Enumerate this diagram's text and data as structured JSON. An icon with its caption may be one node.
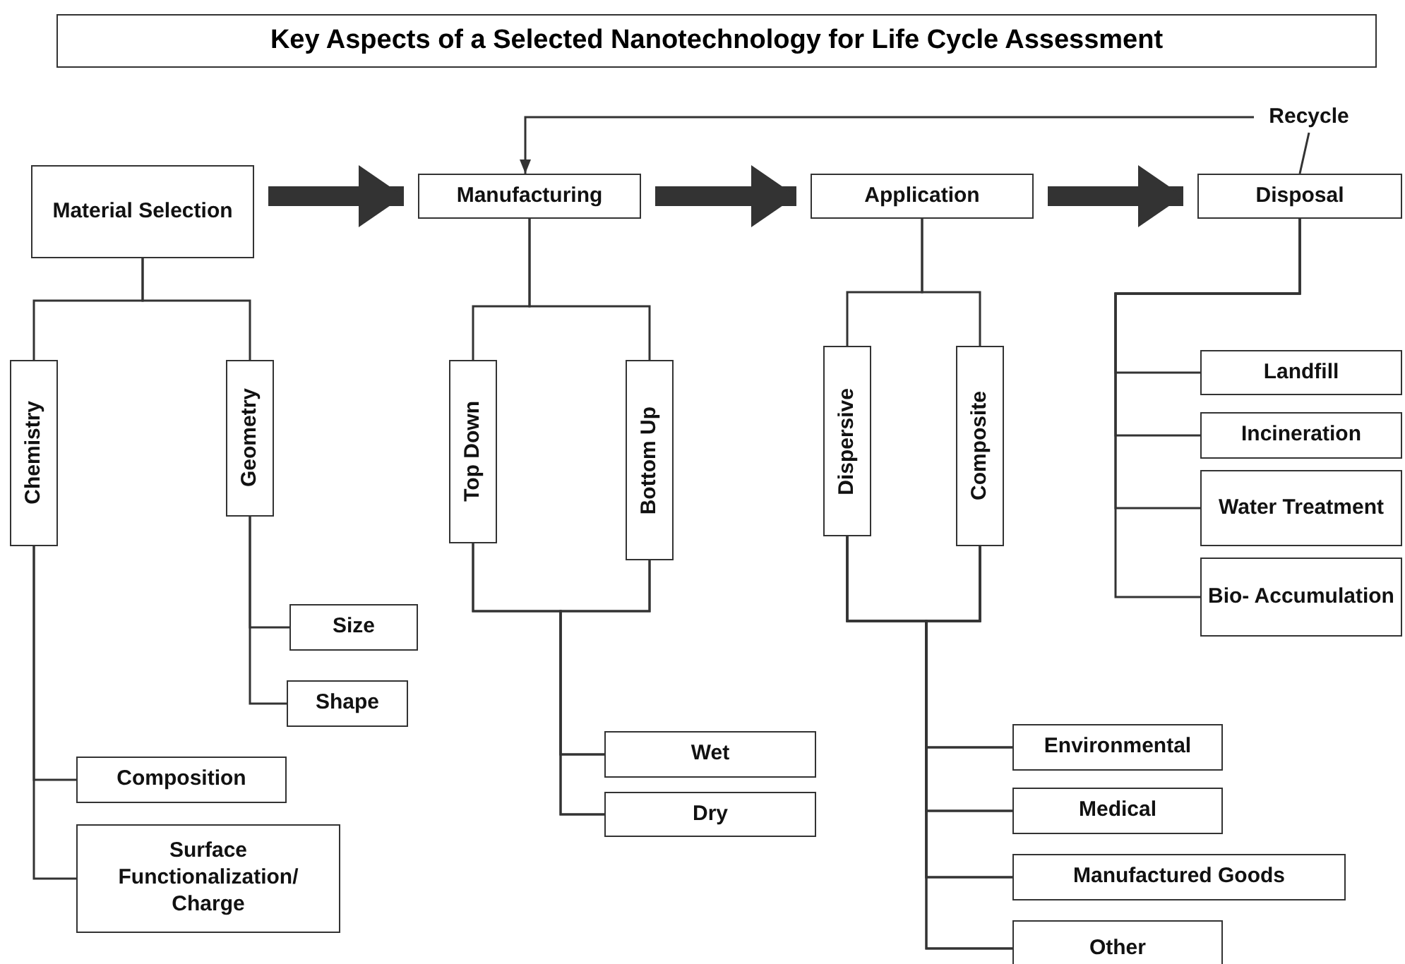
{
  "diagram": {
    "title": "Key Aspects of a Selected Nanotechnology for Life Cycle Assessment",
    "nodes": [
      {
        "text": [
          "Material Selection"
        ]
      },
      {
        "text": [
          "Manufacturing"
        ]
      },
      {
        "text": [
          "Application"
        ]
      },
      {
        "text": [
          "Disposal"
        ]
      },
      {
        "text": [
          "Recycle"
        ]
      },
      {
        "text": [
          "Chemistry"
        ]
      },
      {
        "text": [
          "Geometry"
        ]
      },
      {
        "text": [
          "Size"
        ]
      },
      {
        "text": [
          "Shape"
        ]
      },
      {
        "text": [
          "Composition"
        ]
      },
      {
        "text": [
          "Surface Functionalization/ Charge"
        ]
      },
      {
        "text": [
          "Top Down"
        ]
      },
      {
        "text": [
          "Bottom Up"
        ]
      },
      {
        "text": [
          "Wet"
        ]
      },
      {
        "text": [
          "Dry"
        ]
      },
      {
        "text": [
          "Dispersive"
        ]
      },
      {
        "text": [
          "Composite"
        ]
      },
      {
        "text": [
          "Environmental"
        ]
      },
      {
        "text": [
          "Medical"
        ]
      },
      {
        "text": [
          "Manufactured Goods"
        ]
      },
      {
        "text": [
          "Other"
        ]
      },
      {
        "text": [
          "Landfill"
        ]
      },
      {
        "text": [
          "Incineration"
        ]
      },
      {
        "text": [
          "Water Treatment"
        ]
      },
      {
        "text": [
          "Bio- Accumulation"
        ]
      }
    ],
    "edges": [
      {
        "from": 0,
        "to": 1,
        "arrow": "to",
        "style": "thick"
      },
      {
        "from": 1,
        "to": 2,
        "arrow": "to",
        "style": "thick"
      },
      {
        "from": 2,
        "to": 3,
        "arrow": "to",
        "style": "thick"
      },
      {
        "from": 3,
        "to": 4,
        "arrow": "none"
      },
      {
        "from": 4,
        "to": 1,
        "arrow": "to"
      },
      {
        "from": 0,
        "to": 5,
        "arrow": "none"
      },
      {
        "from": 0,
        "to": 6,
        "arrow": "none"
      },
      {
        "from": 6,
        "to": 7,
        "arrow": "none"
      },
      {
        "from": 6,
        "to": 8,
        "arrow": "none"
      },
      {
        "from": 5,
        "to": 9,
        "arrow": "none"
      },
      {
        "from": 5,
        "to": 10,
        "arrow": "none"
      },
      {
        "from": 1,
        "to": 11,
        "arrow": "none"
      },
      {
        "from": 1,
        "to": 12,
        "arrow": "none"
      },
      {
        "from": 11,
        "to": 13,
        "arrow": "none"
      },
      {
        "from": 11,
        "to": 14,
        "arrow": "none"
      },
      {
        "from": 12,
        "to": 13,
        "arrow": "none"
      },
      {
        "from": 12,
        "to": 14,
        "arrow": "none"
      },
      {
        "from": 2,
        "to": 15,
        "arrow": "none"
      },
      {
        "from": 2,
        "to": 16,
        "arrow": "none"
      },
      {
        "from": 15,
        "to": 17,
        "arrow": "none"
      },
      {
        "from": 15,
        "to": 18,
        "arrow": "none"
      },
      {
        "from": 15,
        "to": 19,
        "arrow": "none"
      },
      {
        "from": 15,
        "to": 20,
        "arrow": "none"
      },
      {
        "from": 16,
        "to": 17,
        "arrow": "none"
      },
      {
        "from": 16,
        "to": 18,
        "arrow": "none"
      },
      {
        "from": 16,
        "to": 19,
        "arrow": "none"
      },
      {
        "from": 16,
        "to": 20,
        "arrow": "none"
      },
      {
        "from": 3,
        "to": 21,
        "arrow": "none"
      },
      {
        "from": 3,
        "to": 22,
        "arrow": "none"
      },
      {
        "from": 3,
        "to": 23,
        "arrow": "none"
      },
      {
        "from": 3,
        "to": 24,
        "arrow": "none"
      }
    ]
  }
}
